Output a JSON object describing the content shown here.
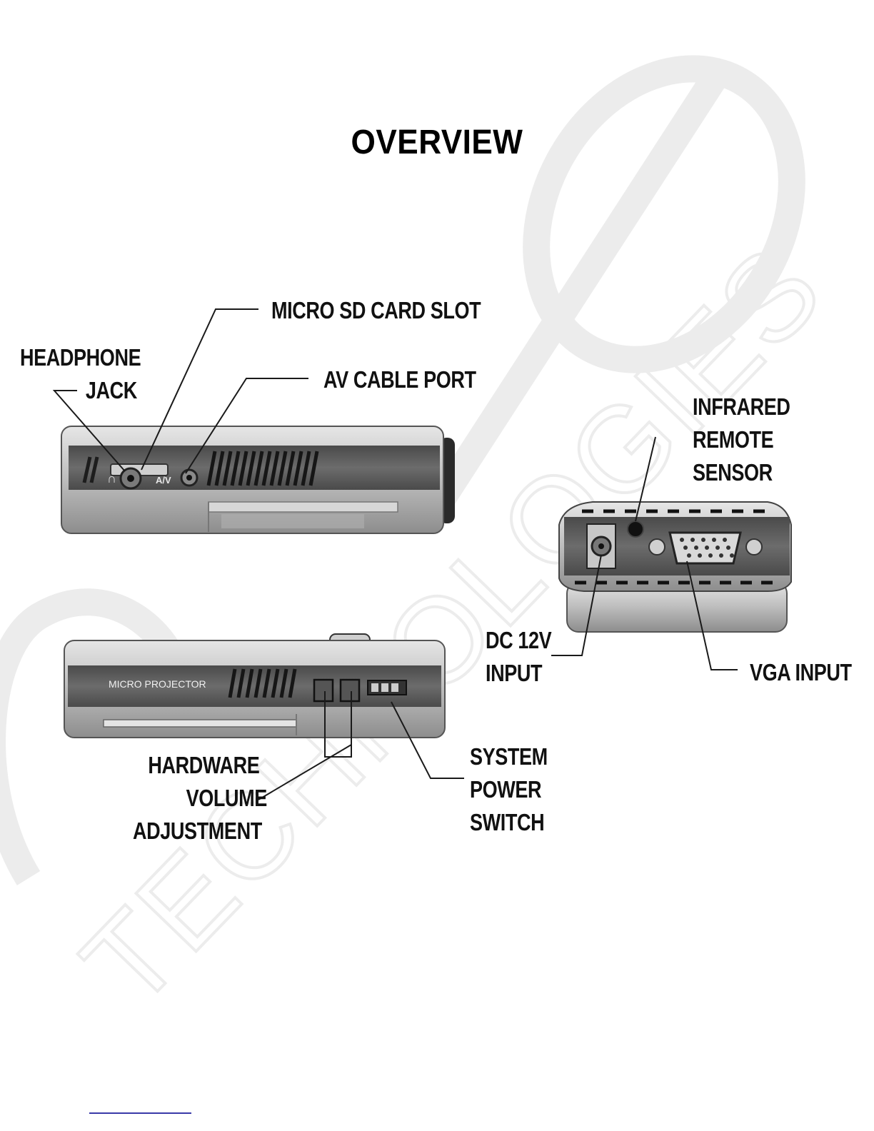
{
  "title": "OVERVIEW",
  "watermark_text": "TECHNOLOGIES",
  "labels": {
    "micro_sd_card_slot": "MICRO SD CARD SLOT",
    "headphone_jack": [
      "HEADPHONE",
      "JACK"
    ],
    "av_cable_port": "AV CABLE PORT",
    "infrared_remote_sensor": [
      "INFRARED",
      "REMOTE",
      "SENSOR"
    ],
    "dc_12v_input": [
      "DC 12V",
      "INPUT"
    ],
    "vga_input": "VGA INPUT",
    "hardware_volume_adjustment": [
      "HARDWARE",
      "VOLUME",
      "ADJUSTMENT"
    ],
    "system_power_switch": [
      "SYSTEM",
      "POWER",
      "SWITCH"
    ]
  },
  "device_markings": {
    "av_port": "A/V",
    "body_label": "MICRO PROJECTOR"
  },
  "colors": {
    "body_dark": "#5e5e5e",
    "body_silver": "#c9c9c9",
    "label_text": "#111111",
    "footer_link": "#3a3aa8",
    "watermark": "#ececec"
  }
}
